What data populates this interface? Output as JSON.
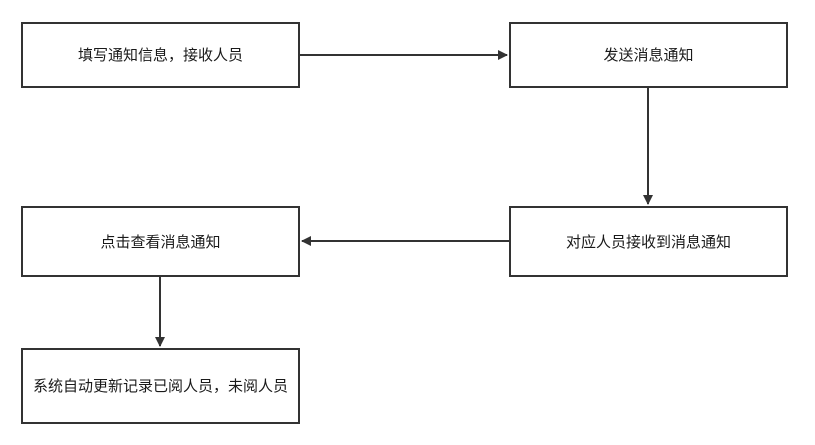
{
  "diagram": {
    "nodes": [
      {
        "id": "n1",
        "label": "填写通知信息，接收人员"
      },
      {
        "id": "n2",
        "label": "发送消息通知"
      },
      {
        "id": "n3",
        "label": "对应人员接收到消息通知"
      },
      {
        "id": "n4",
        "label": "点击查看消息通知"
      },
      {
        "id": "n5",
        "label": "系统自动更新记录已阅人员，未阅人员"
      }
    ],
    "edges": [
      {
        "from": "n1",
        "to": "n2"
      },
      {
        "from": "n2",
        "to": "n3"
      },
      {
        "from": "n3",
        "to": "n4"
      },
      {
        "from": "n4",
        "to": "n5"
      }
    ],
    "line_color": "#333333"
  }
}
